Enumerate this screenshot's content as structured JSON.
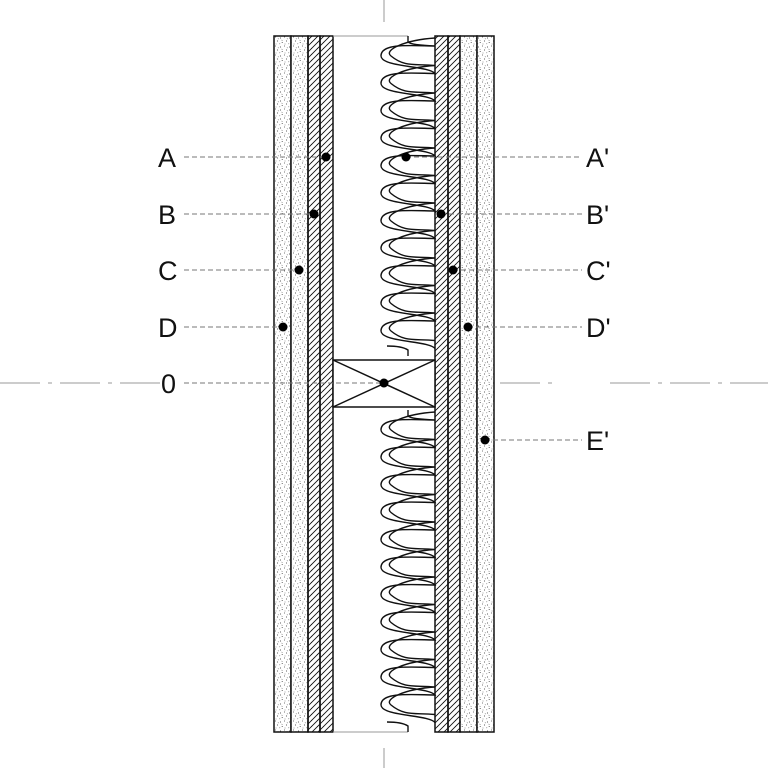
{
  "labels_left": [
    {
      "id": "A",
      "text": "A"
    },
    {
      "id": "B",
      "text": "B"
    },
    {
      "id": "C",
      "text": "C"
    },
    {
      "id": "D",
      "text": "D"
    },
    {
      "id": "0",
      "text": "0"
    }
  ],
  "labels_right": [
    {
      "id": "A_prime",
      "text": "A'"
    },
    {
      "id": "B_prime",
      "text": "B'"
    },
    {
      "id": "C_prime",
      "text": "C'"
    },
    {
      "id": "D_prime",
      "text": "D'"
    },
    {
      "id": "E_prime",
      "text": "E'"
    }
  ],
  "colors": {
    "stroke": "#111111",
    "leader": "#777777",
    "axis": "#999999",
    "background": "#ffffff"
  }
}
